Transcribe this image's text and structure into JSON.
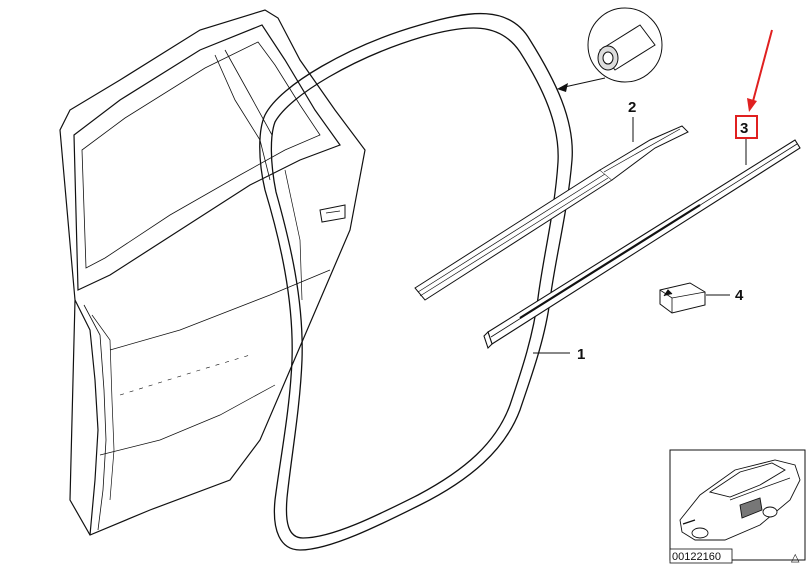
{
  "diagram": {
    "callouts": [
      {
        "id": "1",
        "label": "1"
      },
      {
        "id": "2",
        "label": "2"
      },
      {
        "id": "3",
        "label": "3"
      },
      {
        "id": "4",
        "label": "4"
      }
    ],
    "highlighted_part": "3",
    "highlight_color": "#e02020",
    "document_number": "00122160",
    "nav_symbol": "△"
  }
}
